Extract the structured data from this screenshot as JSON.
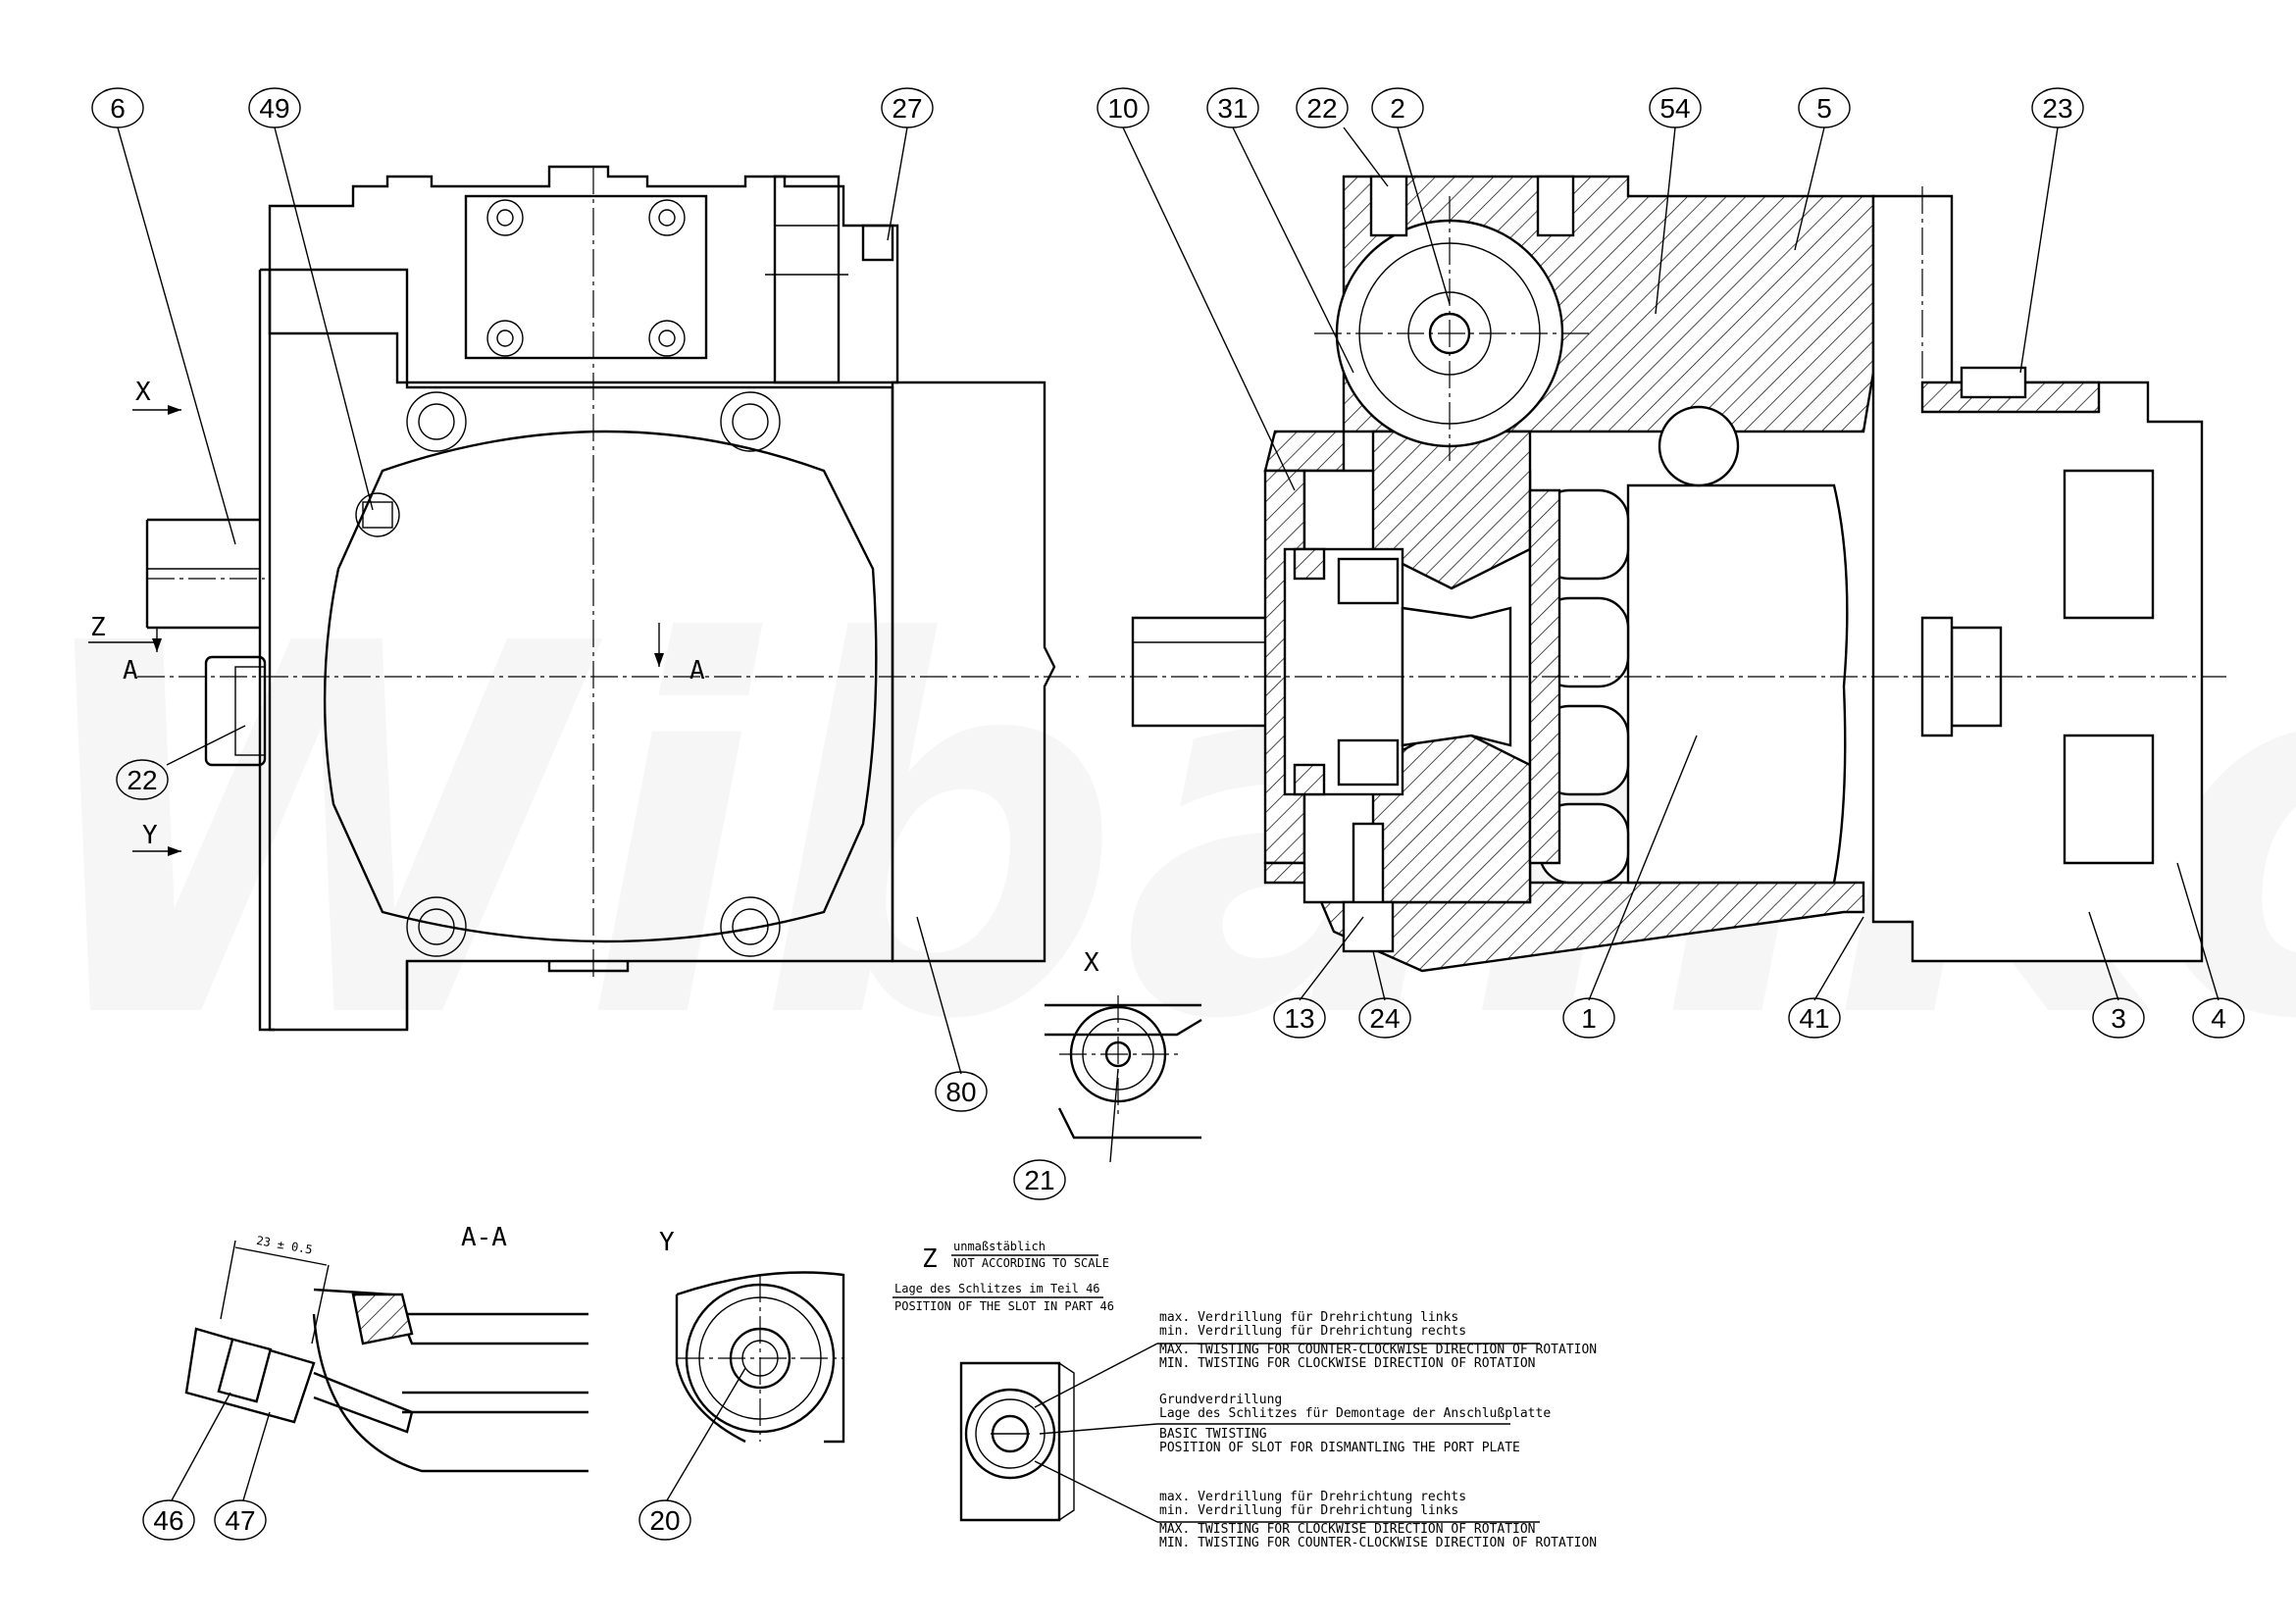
{
  "watermark": "Wibanko",
  "view_labels": {
    "section_aa": "A-A",
    "view_x": "X",
    "view_y": "Y",
    "view_z": "Z",
    "arrow_x": "X",
    "arrow_y": "Y",
    "arrow_z": "Z",
    "cut_a_left": "A",
    "cut_a_right": "A"
  },
  "dimension": "23 ± 0.5",
  "z_note": {
    "de": "unmaßstäblich",
    "en": "NOT ACCORDING TO SCALE",
    "slot_de": "Lage des Schlitzes im Teil 46",
    "slot_en": "POSITION OF THE SLOT IN PART 46"
  },
  "twist_notes": {
    "top": [
      "max. Verdrillung für Drehrichtung links",
      "min. Verdrillung für Drehrichtung rechts",
      "MAX. TWISTING FOR COUNTER-CLOCKWISE DIRECTION OF ROTATION",
      "MIN. TWISTING FOR CLOCKWISE DIRECTION OF ROTATION"
    ],
    "middle": [
      "Grundverdrillung",
      "Lage des Schlitzes für Demontage der Anschlußplatte",
      "BASIC TWISTING",
      "POSITION OF SLOT FOR DISMANTLING THE PORT PLATE"
    ],
    "bottom": [
      "max. Verdrillung für Drehrichtung rechts",
      "min. Verdrillung für Drehrichtung links",
      "MAX. TWISTING FOR CLOCKWISE DIRECTION OF ROTATION",
      "MIN. TWISTING FOR COUNTER-CLOCKWISE DIRECTION OF ROTATION"
    ]
  },
  "callouts": {
    "c6": "6",
    "c49": "49",
    "c27": "27",
    "c10": "10",
    "c31": "31",
    "c22a": "22",
    "c2": "2",
    "c54": "54",
    "c5": "5",
    "c23": "23",
    "c22b": "22",
    "c80": "80",
    "c21": "21",
    "c13": "13",
    "c24": "24",
    "c1": "1",
    "c41": "41",
    "c3": "3",
    "c4": "4",
    "c46": "46",
    "c47": "47",
    "c20": "20"
  }
}
